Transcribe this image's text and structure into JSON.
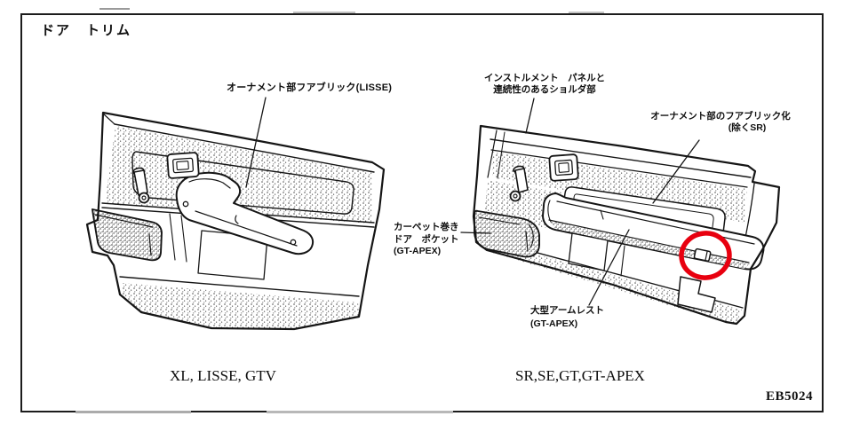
{
  "page": {
    "title": "ドア　トリム",
    "figure_code": "EB5024",
    "frame_color": "#1c1c1c",
    "annotation_color": "#e8000f"
  },
  "left_diagram": {
    "caption": "XL, LISSE, GTV",
    "callout_ornament_fabric": "オーナメント部フアブリック(LISSE)"
  },
  "right_diagram": {
    "caption": "SR,SE,GT,GT-APEX",
    "callout_shoulder_line1": "インストルメント　パネルと",
    "callout_shoulder_line2": "連続性のあるショルダ部",
    "callout_fabric_line1": "オーナメント部のフアブリック化",
    "callout_fabric_line2": "(除くSR)",
    "callout_pocket_line1": "カーペット巻き",
    "callout_pocket_line2": "ドア　ポケット",
    "callout_pocket_line3": "(GT-APEX)",
    "callout_armrest_line1": "大型アームレスト",
    "callout_armrest_line2": "(GT-APEX)",
    "annotation": "red circle highlight on armrest end"
  }
}
